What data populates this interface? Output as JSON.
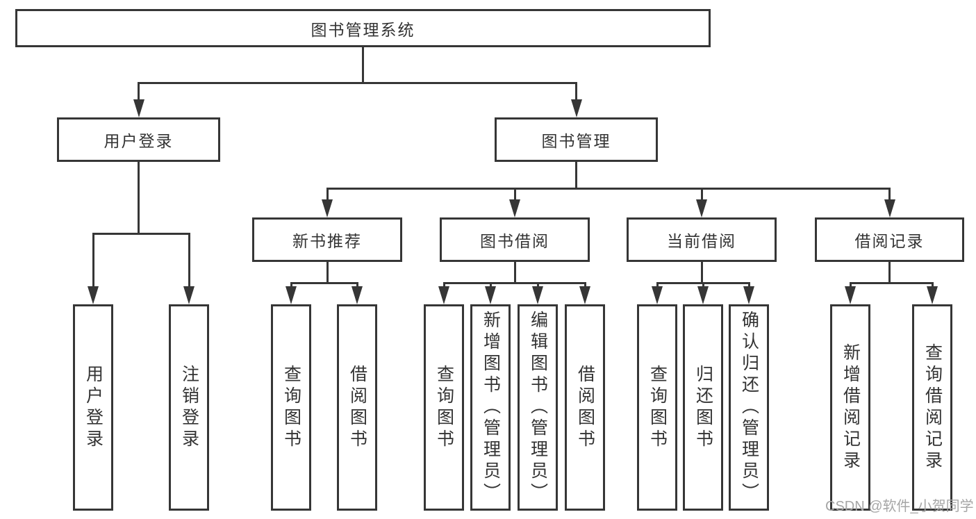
{
  "diagram": {
    "root": {
      "label": "图书管理系统"
    },
    "branches": [
      {
        "label": "用户登录",
        "children": [
          {
            "label": "用户登录"
          },
          {
            "label": "注销登录"
          }
        ]
      },
      {
        "label": "图书管理",
        "children": [
          {
            "label": "新书推荐",
            "children": [
              {
                "label": "查询图书"
              },
              {
                "label": "借阅图书"
              }
            ]
          },
          {
            "label": "图书借阅",
            "children": [
              {
                "label": "查询图书"
              },
              {
                "label": "新增图书（管理员）"
              },
              {
                "label": "编辑图书（管理员）"
              },
              {
                "label": "借阅图书"
              }
            ]
          },
          {
            "label": "当前借阅",
            "children": [
              {
                "label": "查询图书"
              },
              {
                "label": "归还图书"
              },
              {
                "label": "确认归还（管理员）"
              }
            ]
          },
          {
            "label": "借阅记录",
            "children": [
              {
                "label": "新增借阅记录"
              },
              {
                "label": "查询借阅记录"
              }
            ]
          }
        ]
      }
    ]
  },
  "watermark": {
    "text": "CSDN @软件_小贺同学"
  },
  "colors": {
    "line": "#363636",
    "text": "#333333",
    "watermark": "#a6a6a6",
    "background": "#ffffff"
  }
}
